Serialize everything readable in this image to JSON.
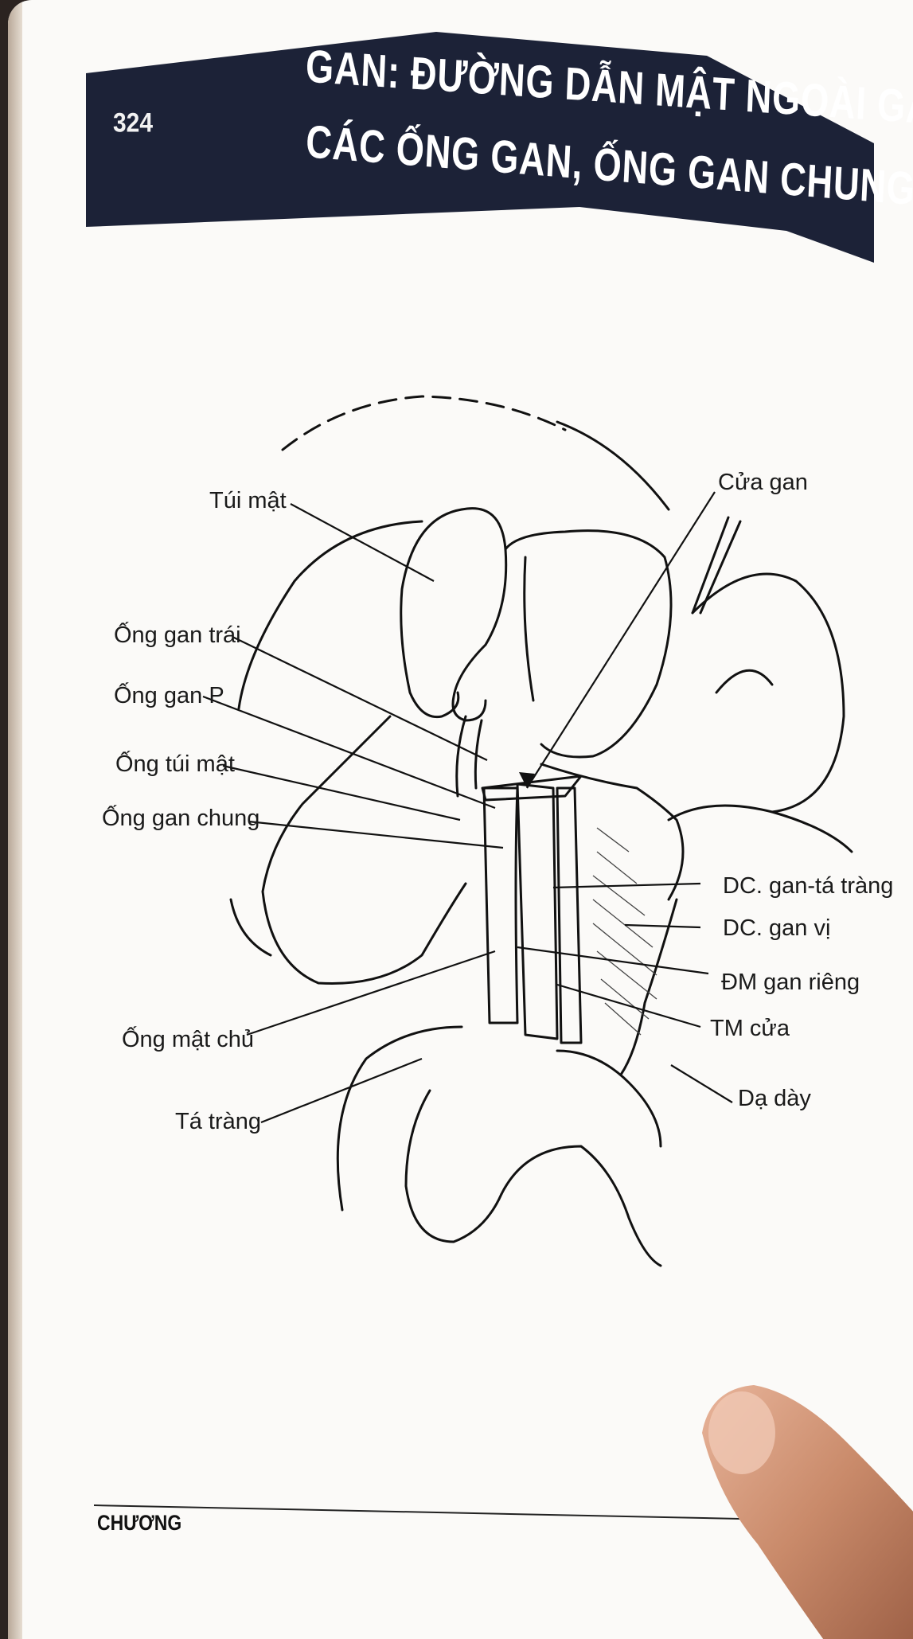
{
  "header": {
    "page_number": "324",
    "title_line1": "GAN:  ĐƯỜNG DẪN MẬT NGOÀI GAN –",
    "title_line2": "CÁC ỐNG GAN, ỐNG GAN CHUNG",
    "band_color": "#1c2237"
  },
  "figure": {
    "labels": {
      "tui_mat": "Túi mật",
      "cua_gan": "Cửa gan",
      "ong_gan_trai": "Ống gan trái",
      "ong_gan_p": "Ống gan P",
      "ong_tui_mat": "Ống túi mật",
      "ong_gan_chung": "Ống gan chung",
      "dc_gan_ta_trang": "DC. gan-tá tràng",
      "dc_gan_vi": "DC. gan vị",
      "dm_gan_rieng": "ĐM gan riêng",
      "tm_cua": "TM cửa",
      "ong_mat_chu": "Ống mật chủ",
      "da_day": "Dạ dày",
      "ta_trang": "Tá tràng"
    }
  },
  "footer": {
    "chapter_label": "CHƯƠNG"
  }
}
